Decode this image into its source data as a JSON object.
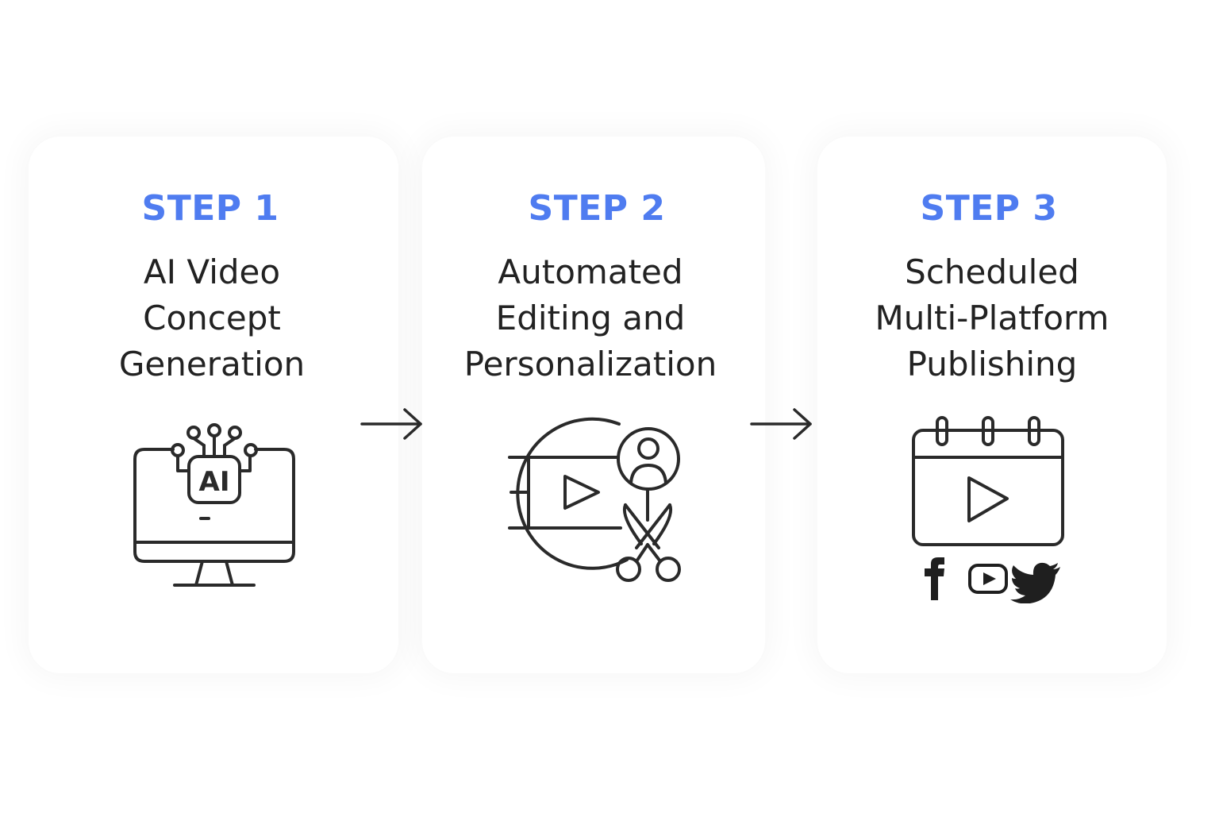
{
  "steps": [
    {
      "label": "STEP 1",
      "title_lines": [
        "AI Video",
        "Concept",
        "Generation"
      ],
      "icon": "ai-monitor-icon",
      "icon_text": "AI"
    },
    {
      "label": "STEP 2",
      "title_lines": [
        "Automated",
        "Editing and",
        "Personalization"
      ],
      "icon": "video-edit-person-scissors-icon"
    },
    {
      "label": "STEP 3",
      "title_lines": [
        "Scheduled",
        "Multi-Platform",
        "Publishing"
      ],
      "icon": "calendar-play-icon",
      "platform_icons": [
        "facebook-icon",
        "youtube-icon",
        "twitter-icon"
      ]
    }
  ],
  "arrows": [
    "right-arrow-icon",
    "right-arrow-icon"
  ],
  "colors": {
    "step_label": "#4f7cf0",
    "text": "#222222",
    "stroke": "#2a2a2a"
  }
}
